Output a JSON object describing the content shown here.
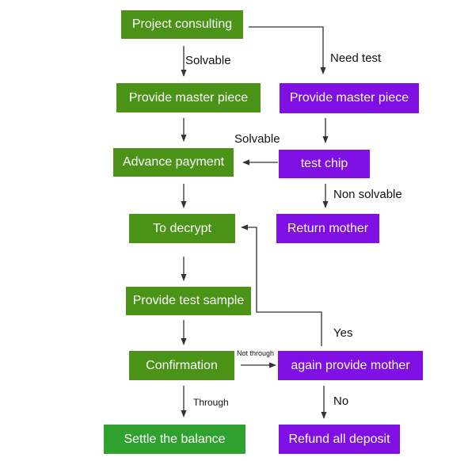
{
  "nodes": {
    "project_consulting": "Project consulting",
    "provide_master_piece_left": "Provide master piece",
    "provide_master_piece_right": "Provide master piece",
    "advance_payment": "Advance payment",
    "test_chip": "test chip",
    "to_decrypt": "To decrypt",
    "return_mother": "Return mother",
    "provide_test_sample": "Provide test sample",
    "confirmation": "Confirmation",
    "again_provide_mother": "again provide mother",
    "settle_the_balance": "Settle the balance",
    "refund_all_deposit": "Refund all deposit"
  },
  "edge_labels": {
    "solvable_top": "Solvable",
    "need_test": "Need test",
    "solvable_chip": "Solvable",
    "non_solvable": "Non solvable",
    "yes": "Yes",
    "not_through": "Not through",
    "through": "Through",
    "no": "No"
  },
  "colors": {
    "green": "#4a9317",
    "bright_green": "#2fa12f",
    "purple": "#7f0fe3",
    "arrow": "#333333"
  }
}
